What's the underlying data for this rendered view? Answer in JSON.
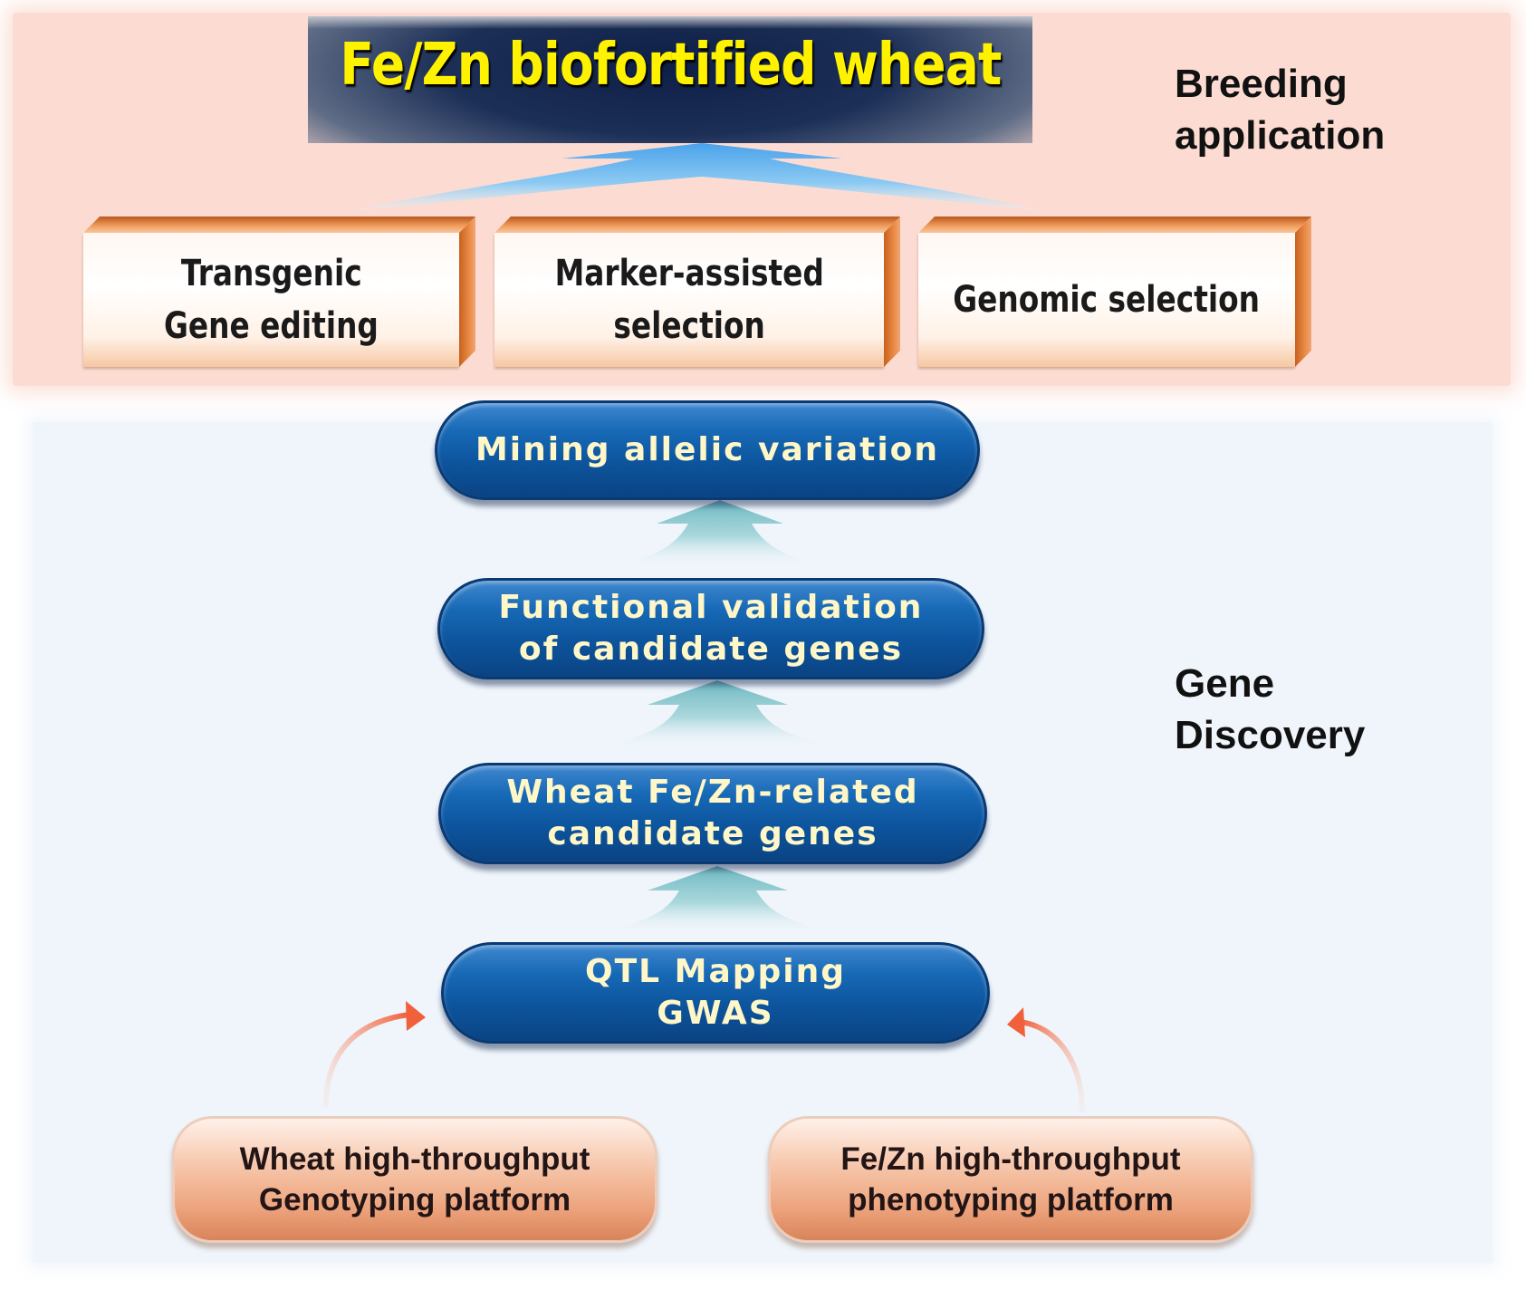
{
  "title": "Fe/Zn biofortified wheat",
  "breeding_label": [
    "Breeding",
    "application"
  ],
  "gene_discovery_label": [
    "Gene",
    "Discovery"
  ],
  "methods": [
    {
      "lines": [
        "Transgenic",
        "Gene editing"
      ]
    },
    {
      "lines": [
        "Marker-assisted",
        "selection"
      ]
    },
    {
      "lines": [
        "Genomic selection"
      ]
    }
  ],
  "steps": [
    {
      "lines": [
        "Mining allelic variation"
      ]
    },
    {
      "lines": [
        "Functional validation",
        "of candidate genes"
      ]
    },
    {
      "lines": [
        "Wheat Fe/Zn-related",
        "candidate genes"
      ]
    },
    {
      "lines": [
        "QTL Mapping",
        "GWAS"
      ]
    }
  ],
  "platforms": [
    {
      "lines": [
        "Wheat high-throughput",
        "Genotyping platform"
      ]
    },
    {
      "lines": [
        "Fe/Zn high-throughput",
        "phenotyping platform"
      ]
    }
  ],
  "colors": {
    "title_text": "#fff200",
    "pill_text": "#fff7c8",
    "breeding_bg": "#fcdcd2",
    "discovery_bg": "#eff5fb",
    "pill_blue": "#0d559e",
    "connector_arrow": "#f06a45"
  }
}
